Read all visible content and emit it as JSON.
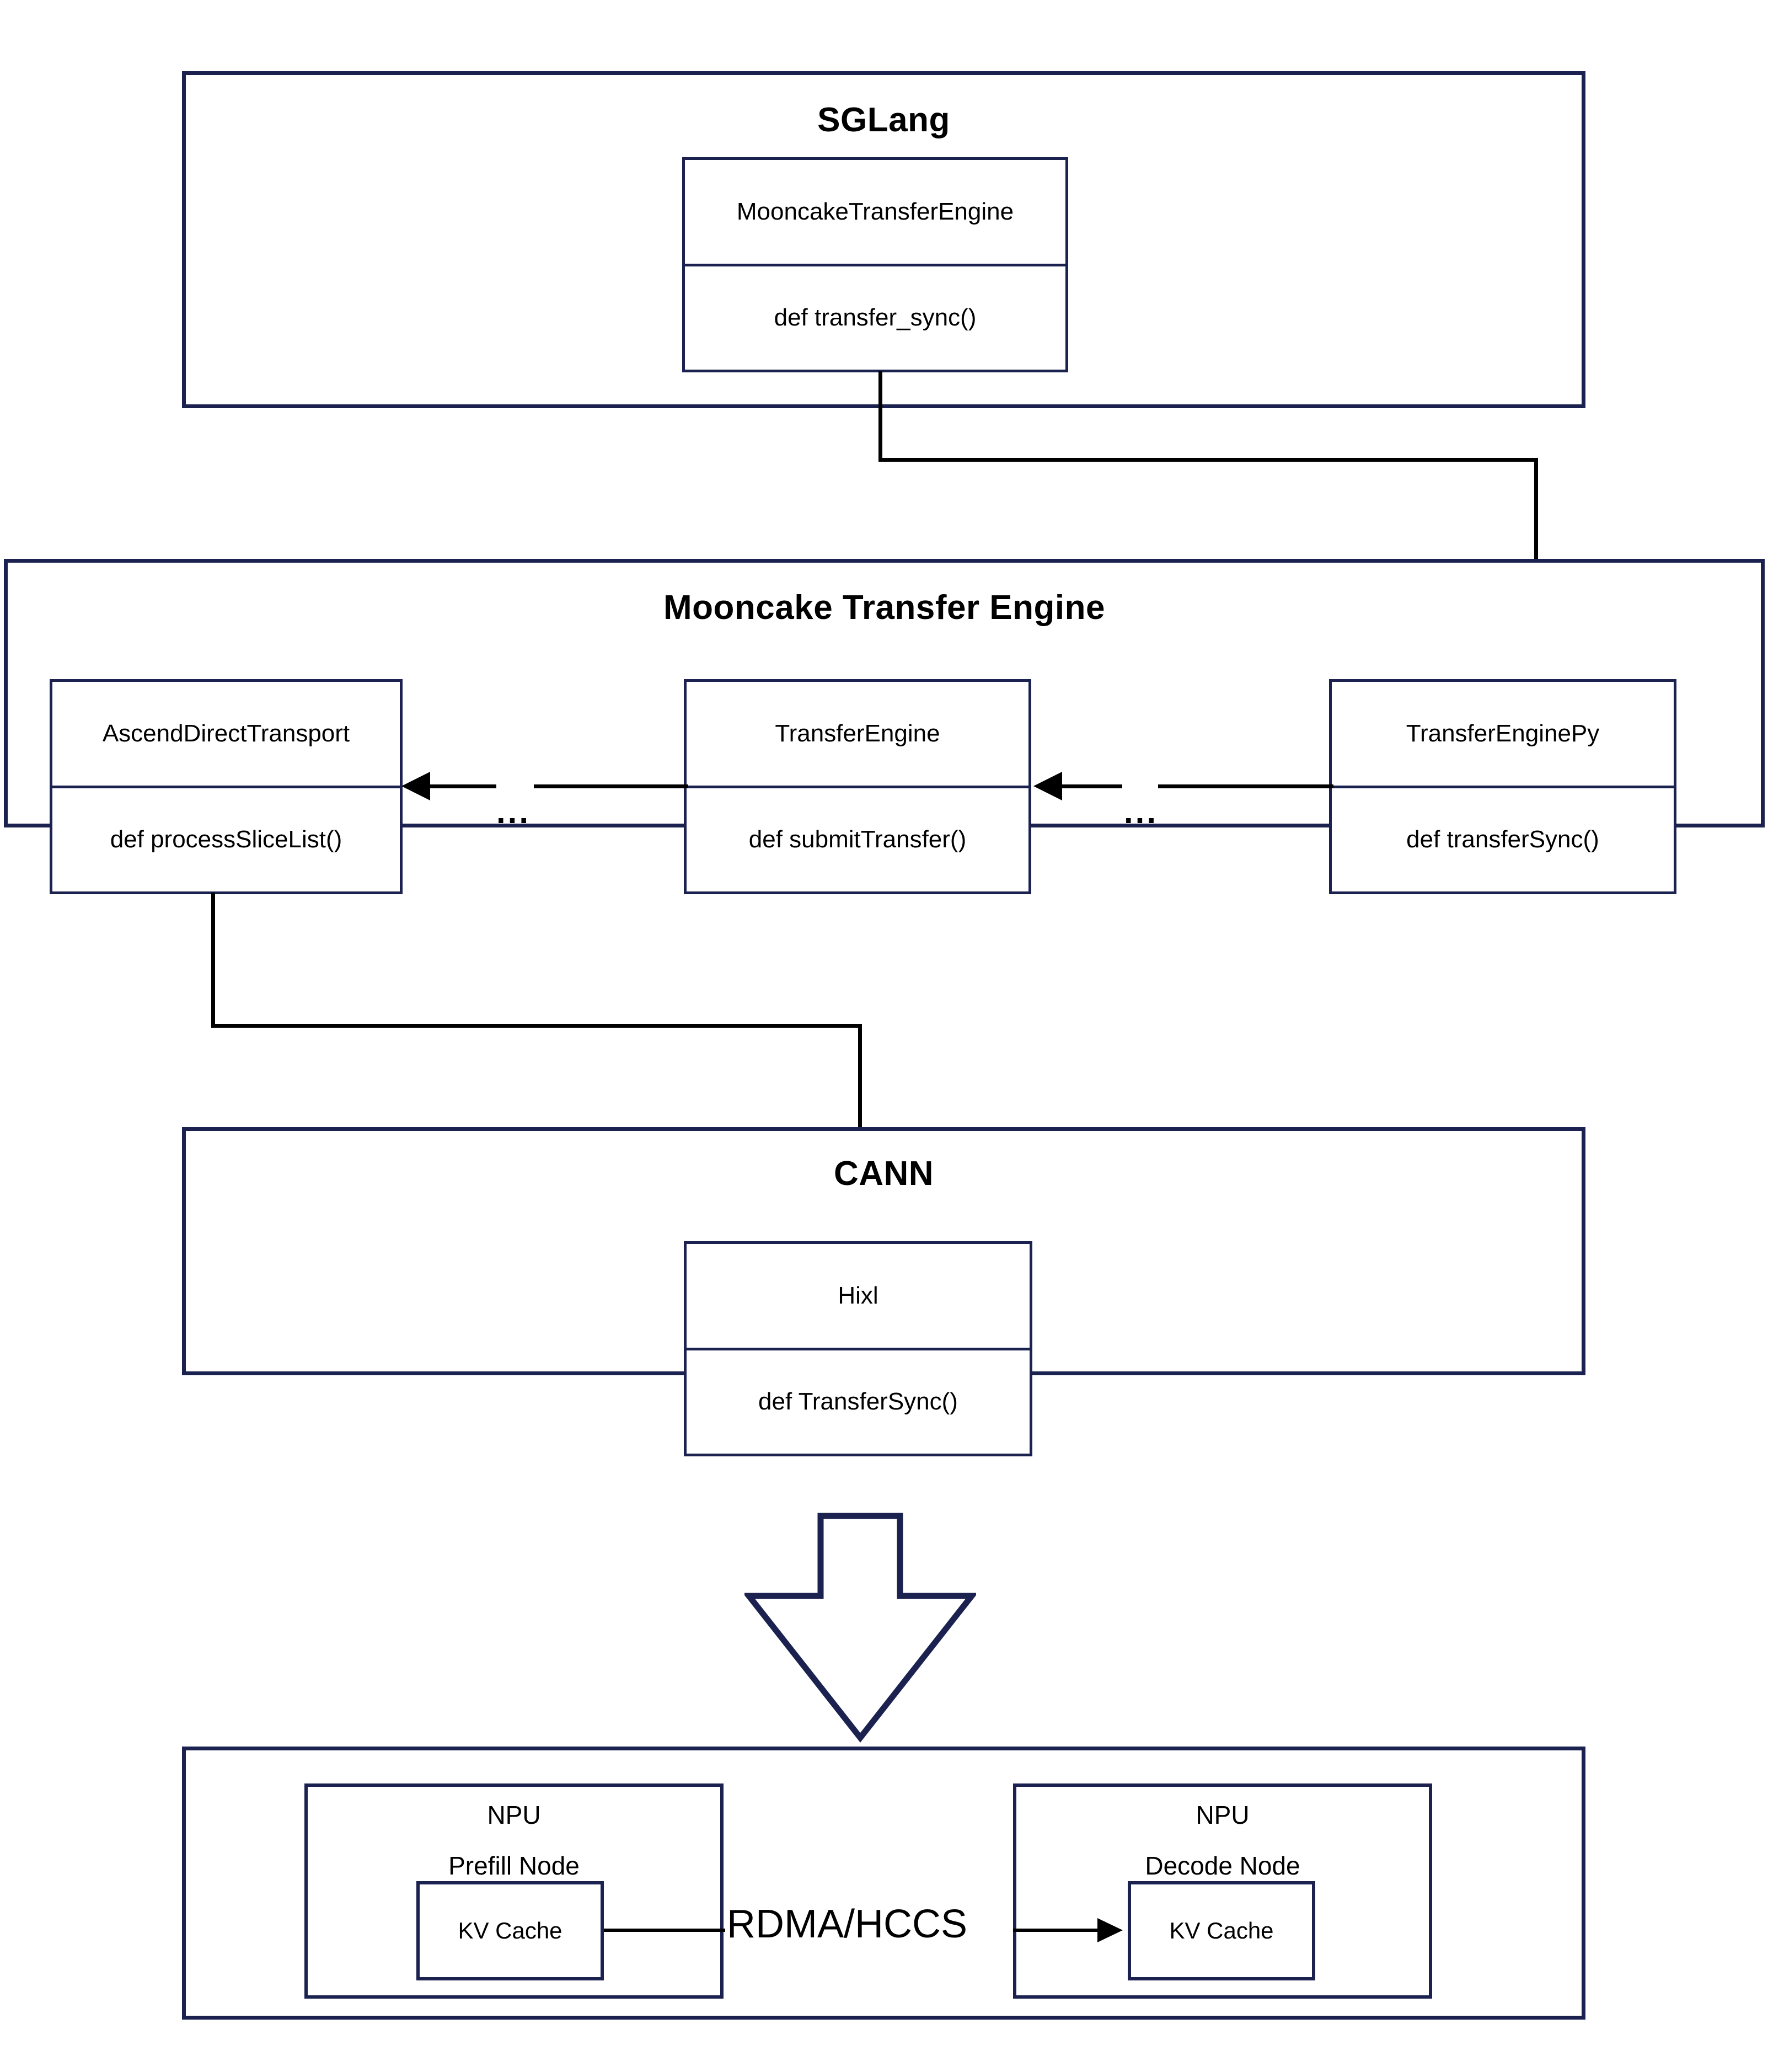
{
  "diagram": {
    "title_color": "#1b2250",
    "line_color": "#000000"
  },
  "layers": {
    "sglang": {
      "title": "SGLang",
      "class_box": {
        "name": "MooncakeTransferEngine",
        "method": "def transfer_sync()"
      }
    },
    "mooncake": {
      "title": "Mooncake Transfer Engine",
      "class_boxes": [
        {
          "name": "AscendDirectTransport",
          "method": "def  processSliceList()"
        },
        {
          "name": "TransferEngine",
          "method": "def submitTransfer()"
        },
        {
          "name": "TransferEnginePy",
          "method": "def transferSync()"
        }
      ],
      "ellipsis_left": "...",
      "ellipsis_right": "..."
    },
    "cann": {
      "title": "CANN",
      "class_box": {
        "name": "Hixl",
        "method": "def TransferSync()"
      }
    },
    "hardware": {
      "prefill_node": {
        "line1": "NPU",
        "line2": "Prefill Node",
        "cache": "KV Cache"
      },
      "decode_node": {
        "line1": "NPU",
        "line2": "Decode Node",
        "cache": "KV Cache"
      },
      "link_label": "RDMA/HCCS"
    }
  }
}
